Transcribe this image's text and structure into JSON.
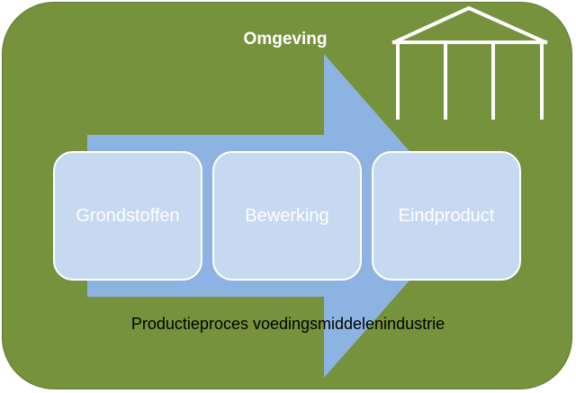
{
  "environment": {
    "title": "Omgeving",
    "background_color": "#76923c",
    "icon": "building-icon"
  },
  "process": {
    "label": "Productieproces voedingsmiddelenindustrie",
    "arrow_color": "#8db3e2",
    "steps": [
      {
        "label": "Grondstoffen"
      },
      {
        "label": "Bewerking"
      },
      {
        "label": "Eindproduct"
      }
    ],
    "step_color": "#c6d9f1"
  }
}
